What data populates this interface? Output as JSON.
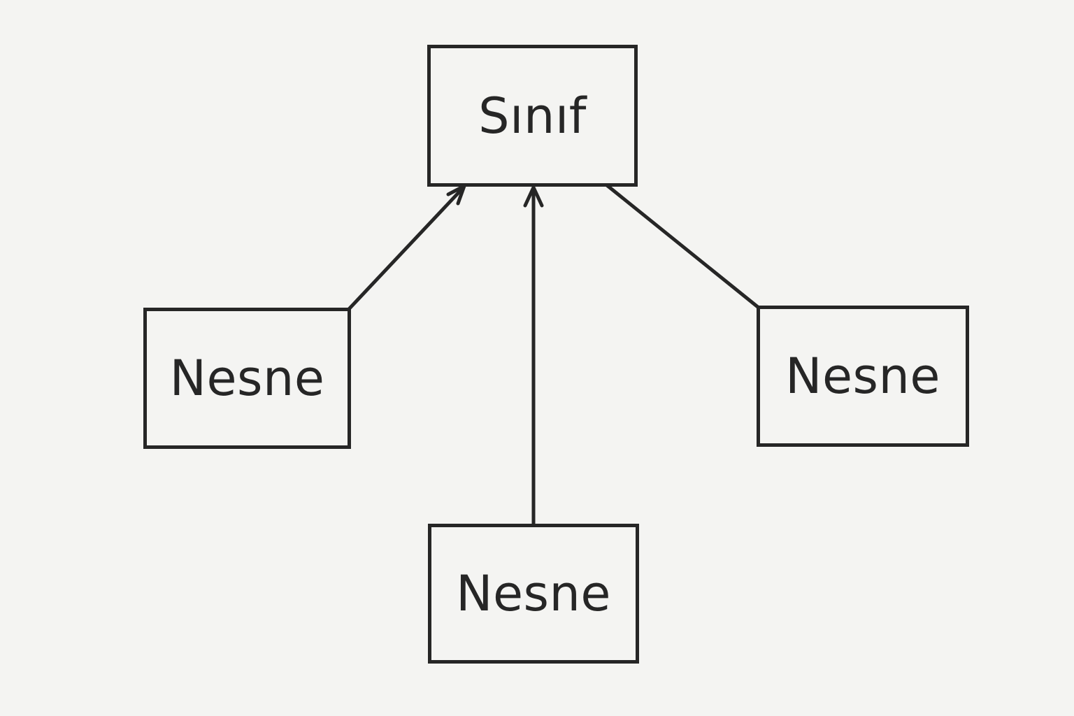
{
  "diagram": {
    "class_box": {
      "label": "Sınıf"
    },
    "object_boxes": [
      {
        "label": "Nesne"
      },
      {
        "label": "Nesne"
      },
      {
        "label": "Nesne"
      }
    ]
  },
  "colors": {
    "background": "#f4f4f2",
    "stroke": "#262626"
  }
}
